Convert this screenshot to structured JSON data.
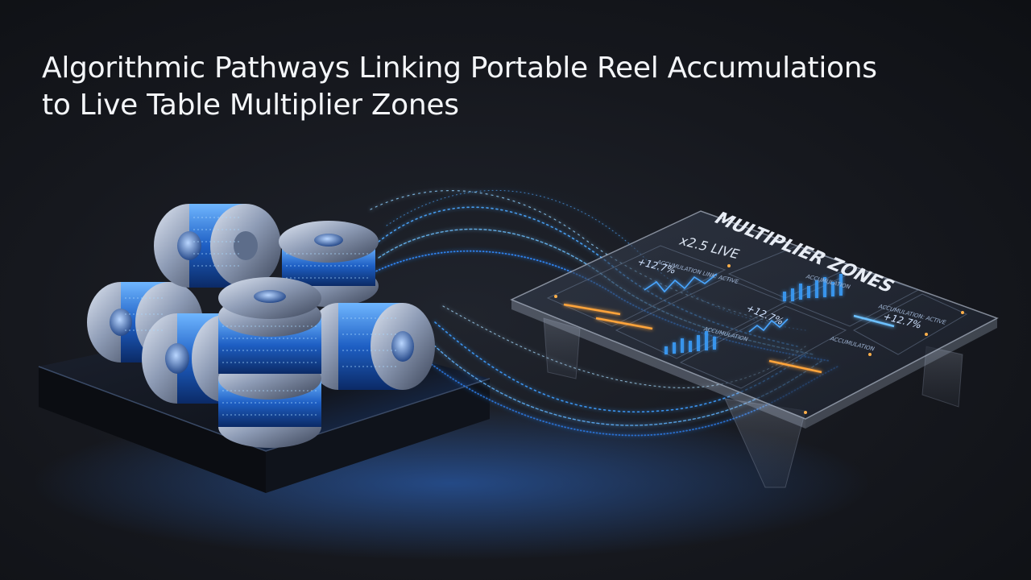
{
  "headline": {
    "line1": "Algorithmic Pathways Linking Portable Reel Accumulations",
    "line2": "to Live Table Multiplier Zones"
  },
  "panel": {
    "title": "MULTIPLIER ZONES",
    "live_tag": "x2.5 LIVE",
    "pct_a": "+12.7%",
    "pct_b": "+12.7%",
    "pct_c": "+12.7%",
    "label_a": "ACCUMULATION LINK: ACTIVE",
    "label_b": "ACCUMULATION",
    "label_c": "ACCUMULATION",
    "label_d": "ACCUMULATION: ACTIVE",
    "label_e": "ACCUMULATION"
  },
  "colors": {
    "accent_blue": "#3aa0ff",
    "accent_orange": "#ffa43a",
    "background": "#16181e"
  }
}
